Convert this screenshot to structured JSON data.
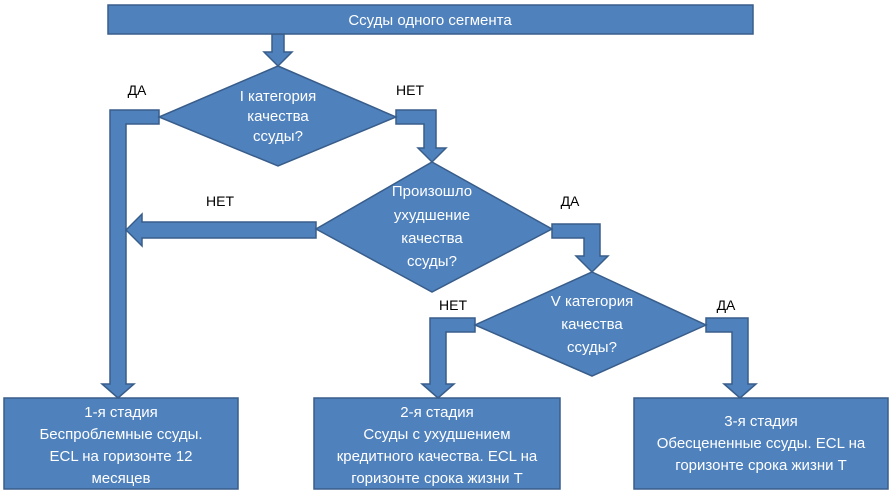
{
  "colors": {
    "fill": "#4f81bd",
    "stroke": "#385d8a",
    "text_on_shape": "#ffffff",
    "label_text": "#000000"
  },
  "top_box": {
    "text": "Ссуды одного сегмента"
  },
  "decisions": [
    {
      "id": "q1",
      "lines": [
        "I категория",
        "качества",
        "ссуды?"
      ]
    },
    {
      "id": "q2",
      "lines": [
        "Произошло",
        "ухудшение",
        "качества",
        "ссуды?"
      ]
    },
    {
      "id": "q3",
      "lines": [
        "V категория",
        "качества",
        "ссуды?"
      ]
    }
  ],
  "branch_labels": {
    "q1_yes": "ДА",
    "q1_no": "НЕТ",
    "q2_no": "НЕТ",
    "q2_yes": "ДА",
    "q3_no": "НЕТ",
    "q3_yes": "ДА"
  },
  "stages": [
    {
      "id": "stage1",
      "lines": [
        "1-я стадия",
        "Беспроблемные ссуды.",
        "ECL на горизонте 12",
        "месяцев"
      ]
    },
    {
      "id": "stage2",
      "lines": [
        "2-я стадия",
        "Ссуды с ухудшением",
        "кредитного качества. ECL на",
        "горизонте срока жизни  Т"
      ]
    },
    {
      "id": "stage3",
      "lines": [
        "3-я стадия",
        "Обесцененные ссуды. ECL на",
        "горизонте срока жизни  Т"
      ]
    }
  ]
}
